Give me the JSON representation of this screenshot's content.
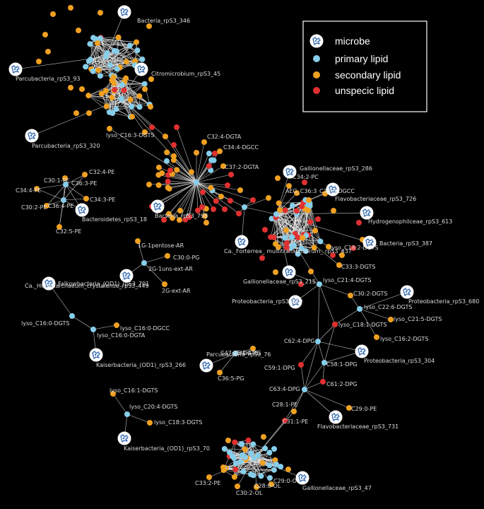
{
  "colors": {
    "background": "#000000",
    "edge": "#e8e8e8",
    "microbe_fill": "#ffffff",
    "microbe_icon": "#3a6fb4",
    "primary_lipid": "#87ceeb",
    "secondary_lipid": "#f0a020",
    "unspecific_lipid": "#e03030",
    "label": "#dcdcdc"
  },
  "legend": {
    "items": [
      {
        "label": "microbe",
        "kind": "microbe",
        "icon": "microbe-icon"
      },
      {
        "label": "primary lipid",
        "kind": "primary"
      },
      {
        "label": "secondary lipid",
        "kind": "secondary"
      },
      {
        "label": "unspecic lipid",
        "kind": "unspecific"
      }
    ]
  },
  "microbes": [
    {
      "id": "m_bact346",
      "label": "Bacteria_rpS3_346"
    },
    {
      "id": "m_parc93",
      "label": "Parcubacteria_rpS3_93"
    },
    {
      "id": "m_citro45",
      "label": "Citromicrobium_rpS3_45"
    },
    {
      "id": "m_parc320",
      "label": "Parcubacteria_rpS3_320"
    },
    {
      "id": "m_bacter18",
      "label": "Bacteroidetes_rpS3_18"
    },
    {
      "id": "m_bact798",
      "label": "Bacteria_rpS3_798"
    },
    {
      "id": "m_huber449",
      "label": "Ca._Huberiarchaeum_crystalense_rpS3_449"
    },
    {
      "id": "m_falk701",
      "label": "Falkowbacteria_(OD1)_rpS3_701"
    },
    {
      "id": "m_kais266",
      "label": "Kaiserbacteria_(OD1)_rpS3_266"
    },
    {
      "id": "m_parc76",
      "label": "Parcubacteria_rpS3_76"
    },
    {
      "id": "m_kais70",
      "label": "Kaiserbacteria_(OD1)_rpS3_70"
    },
    {
      "id": "m_gall286",
      "label": "Gallionellaceae_rpS3_286"
    },
    {
      "id": "m_flav726",
      "label": "Flavobacteriaceae_rpS3_726"
    },
    {
      "id": "m_hydro613",
      "label": "Hydrogenophilceae_rpS3_613"
    },
    {
      "id": "m_bact387",
      "label": "Bacteria_rpS3_387"
    },
    {
      "id": "m_forter437",
      "label": "Ca._Forterrea_ multitransposorum_ rpS3_437"
    },
    {
      "id": "m_gall215",
      "label": "Gallionellaceae_rpS3_215"
    },
    {
      "id": "m_prot820",
      "label": "Proteobacteria_rpS3_820"
    },
    {
      "id": "m_prot680",
      "label": "Proteobacteria_rpS3_680"
    },
    {
      "id": "m_prot304",
      "label": "Proteobacteria_rpS3_304"
    },
    {
      "id": "m_flav731",
      "label": "Flavobacteriaceae_rpS3_731"
    },
    {
      "id": "m_gall47",
      "label": "Gallionellaceae_rpS3_47"
    }
  ],
  "lipid_labels": [
    {
      "id": "l_c16_3dgts",
      "label": "lyso_C16:3-DGTS"
    },
    {
      "id": "l_c32_4dgta",
      "label": "C32:4-DGTA"
    },
    {
      "id": "l_c34_4dgcc",
      "label": "C34:4-DGCC"
    },
    {
      "id": "l_c37_2dgta",
      "label": "C37:2-DGTA"
    },
    {
      "id": "l_c30_1pe",
      "label": "C30:1-PE"
    },
    {
      "id": "l_c32_4pe",
      "label": "C32:4-PE"
    },
    {
      "id": "l_c36_3pe",
      "label": "C36:3-PE"
    },
    {
      "id": "l_c34_4pe",
      "label": "C34:4-PE"
    },
    {
      "id": "l_c36_4pe",
      "label": "C36:4-PE"
    },
    {
      "id": "l_c34_3pe",
      "label": "C34:3-PE"
    },
    {
      "id": "l_c30_2pe",
      "label": "C30:2-PE"
    },
    {
      "id": "l_c32_5pe",
      "label": "C32:5-PE"
    },
    {
      "id": "l_1g1pent",
      "label": "1G-1pentose-AR"
    },
    {
      "id": "l_c30_0pg",
      "label": "C30:0-PG"
    },
    {
      "id": "l_2g1uns",
      "label": "2G-1uns-ext-AR"
    },
    {
      "id": "l_2gext",
      "label": "2G-ext-AR"
    },
    {
      "id": "l_c16_0dgts",
      "label": "lyso_C16:0-DGTS"
    },
    {
      "id": "l_c16_0dgcc",
      "label": "lyso_C16:0-DGCC"
    },
    {
      "id": "l_c16_0dgta",
      "label": "lyso_C16:0-DGTA"
    },
    {
      "id": "l_c47_15",
      "label": "C47:15-DGTS"
    },
    {
      "id": "l_c34_4pg",
      "label": "C34:4-PG"
    },
    {
      "id": "l_c36_5pg",
      "label": "C36:5-PG"
    },
    {
      "id": "l_c16_1dgts",
      "label": "lyso_C16:1-DGTS"
    },
    {
      "id": "l_c20_4dgts",
      "label": "lyso_C20:4-DGTS"
    },
    {
      "id": "l_c18_3dgts",
      "label": "lyso_C18:3-DGTS"
    },
    {
      "id": "l_c34_2pc",
      "label": "C34:2-PC"
    },
    {
      "id": "l_aeg",
      "label": "AEG_C36:3"
    },
    {
      "id": "l_c36_3dgcc",
      "label": "C36:3-DGCC"
    },
    {
      "id": "l_c18_2dgts",
      "label": "lyso_C18:2-DGTS"
    },
    {
      "id": "l_c33_3dgts",
      "label": "C33:3-DGTS"
    },
    {
      "id": "l_c21_4dgts",
      "label": "lyso_C21:4-DGTS"
    },
    {
      "id": "l_c30_2dgts",
      "label": "C30:2-DGTS"
    },
    {
      "id": "l_c22_6dgts",
      "label": "lyso_C22:6-DGTS"
    },
    {
      "id": "l_c21_5dgts",
      "label": "lyso_C21:5-DGTS"
    },
    {
      "id": "l_c18_1dgts",
      "label": "lyso_C18:1-DGTS"
    },
    {
      "id": "l_c16_2dgts",
      "label": "lyso_C16:2-DGTS"
    },
    {
      "id": "l_c62_4dpg",
      "label": "C62:4-DPG"
    },
    {
      "id": "l_c59_1dpg",
      "label": "C59:1-DPG"
    },
    {
      "id": "l_c58_1dpg",
      "label": "C58:1-DPG"
    },
    {
      "id": "l_c61_2dpg",
      "label": "C61:2-DPG"
    },
    {
      "id": "l_c63_4dpg",
      "label": "C63:4-DPG"
    },
    {
      "id": "l_c29_0pe",
      "label": "C29:0-PE"
    },
    {
      "id": "l_c28_1pe",
      "label": "C28:1-PE"
    },
    {
      "id": "l_c31_1pe",
      "label": "C31:1-PE"
    },
    {
      "id": "l_c33_2pe",
      "label": "C33:2-PE"
    },
    {
      "id": "l_c29_0ol",
      "label": "C29:0-OL"
    },
    {
      "id": "l_c28_0ol",
      "label": "C28:0-OL"
    },
    {
      "id": "l_c30_2ol",
      "label": "C30:2-OL"
    }
  ]
}
